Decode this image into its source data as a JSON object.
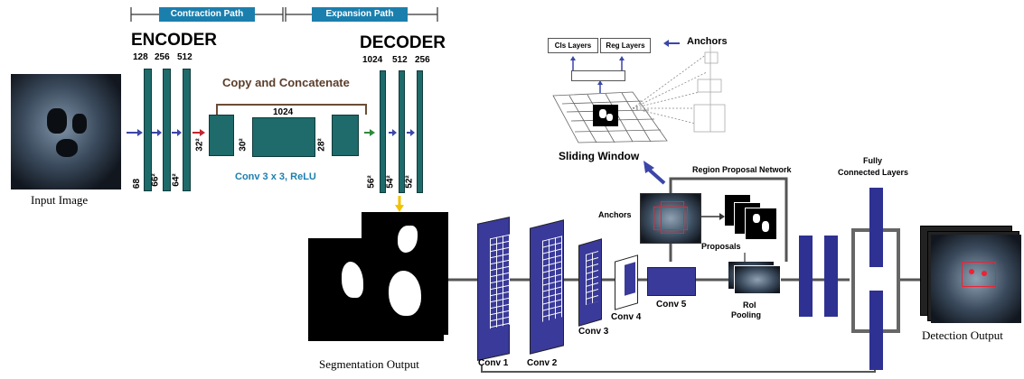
{
  "unet": {
    "contraction_label": "Contraction Path",
    "expansion_label": "Expansion Path",
    "encoder_label": "ENCODER",
    "decoder_label": "DECODER",
    "encoder_channels": [
      "128",
      "256",
      "512"
    ],
    "decoder_channels": [
      "1024",
      "512",
      "256"
    ],
    "copy_label": "Copy and Concatenate",
    "bottleneck_channels": "1024",
    "conv_label": "Conv 3 x 3, ReLU",
    "encoder_sizes": [
      "68",
      "66²",
      "64²"
    ],
    "mid_sizes": [
      "32²",
      "30²",
      "28²"
    ],
    "decoder_sizes": [
      "56²",
      "54²",
      "52²"
    ]
  },
  "input_label": "Input Image",
  "segmentation_label": "Segmentation Output",
  "detection_label": "Detection Output",
  "rpn": {
    "cls_label": "Cls Layers",
    "reg_label": "Reg Layers",
    "anchors_top_label": "Anchors",
    "sliding_window_label": "Sliding Window",
    "rpn_label": "Region Proposal Network",
    "anchors_label": "Anchors",
    "proposals_label": "Proposals",
    "roi_label": "RoI",
    "pooling_label": "Pooling"
  },
  "fc_label_1": "Fully",
  "fc_label_2": "Connected Layers",
  "conv_layers": [
    "Conv 1",
    "Conv 2",
    "Conv 3",
    "Conv 4",
    "Conv 5"
  ],
  "colors": {
    "path_box": "#1b7fae",
    "unet_block": "#1f6a6a",
    "conv_block": "#2e3192",
    "arrow_blue": "#3b46a8",
    "arrow_red": "#c0272d",
    "arrow_green": "#2e8b3a",
    "arrow_yellow": "#f2c200"
  }
}
